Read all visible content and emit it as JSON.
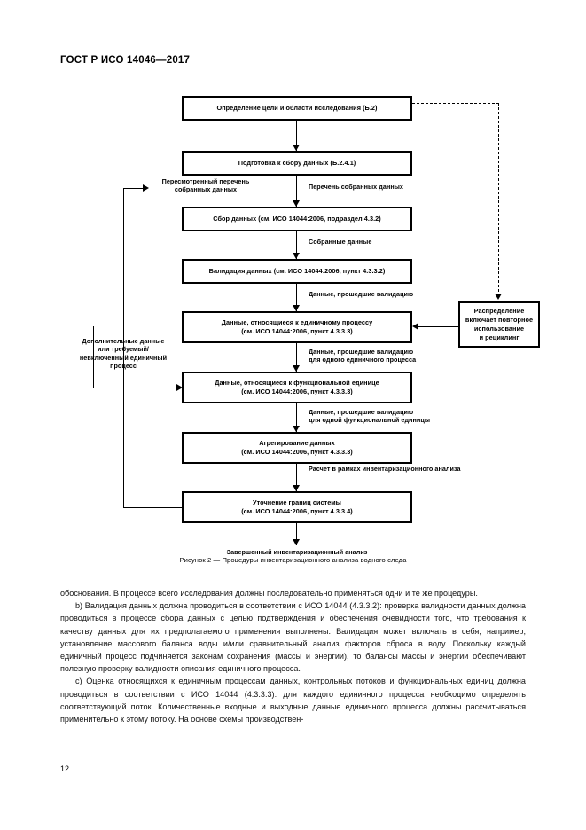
{
  "header": {
    "standard_title": "ГОСТ Р ИСО 14046—2017"
  },
  "figure": {
    "caption": "Рисунок 2 — Процедуры инвентаризационного анализа водного следа",
    "nodes": [
      {
        "id": "goal",
        "label": "Определение цели и области исследования (Б.2)"
      },
      {
        "id": "prepare",
        "label": "Подготовка к сбору данных (Б.2.4.1)"
      },
      {
        "id": "collect",
        "label": "Сбор данных (см. ИСО 14044:2006, подраздел 4.3.2)"
      },
      {
        "id": "validate",
        "label": "Валидация данных (см. ИСО 14044:2006, пункт 4.3.3.2)"
      },
      {
        "id": "unit",
        "line1": "Данные, относящиеся к единичному процессу",
        "line2": "(см. ИСО 14044:2006, пункт 4.3.3.3)"
      },
      {
        "id": "functional",
        "line1": "Данные, относящиеся к функциональной единице",
        "line2": "(см. ИСО 14044:2006, пункт 4.3.3.3)"
      },
      {
        "id": "aggregate",
        "line1": "Агрегирование данных",
        "line2": "(см. ИСО 14044:2006, пункт 4.3.3.3)"
      },
      {
        "id": "refine",
        "line1": "Уточнение границ системы",
        "line2": "(см. ИСО 14044:2006, пункт 4.3.3.4)"
      },
      {
        "id": "allocation",
        "line1": "Распределение",
        "line2": "включает повторное",
        "line3": "использование",
        "line4": "и рециклинг"
      }
    ],
    "edge_labels": {
      "revised_list_1": "Пересмотренный перечень",
      "revised_list_2": "собранных данных",
      "collected_list": "Перечень собранных данных",
      "collected_data": "Собранные данные",
      "validated_data": "Данные, прошедшие валидацию",
      "validated_unit_1": "Данные, прошедшие валидацию",
      "validated_unit_2": "для одного единичного процесса",
      "validated_func_1": "Данные, прошедшие валидацию",
      "validated_func_2": "для одной функциональной единицы",
      "inventory_calc": "Расчет в рамках инвентаризационного анализа",
      "completed": "Завершенный инвентаризационный анализ",
      "additional_1": "Дополнительные данные",
      "additional_2": "или требуемый/",
      "additional_3": "невключенный единичный",
      "additional_4": "процесс"
    }
  },
  "body": {
    "paragraphs": [
      "обоснования. В процессе всего исследования должны последовательно применяться одни и те же процедуры.",
      "b)  Валидация данных должна проводиться в соответствии с ИСО 14044 (4.3.3.2): проверка валидности данных должна проводиться в процессе сбора данных с целью подтверждения и обеспечения очевидности того, что требования к качеству данных для их предполагаемого применения выполнены. Валидация может включать в себя, например, установление массового баланса воды и/или сравнительный анализ факторов сброса в воду. Поскольку каждый единичный процесс подчиняется законам сохранения (массы и энергии), то балансы массы и энергии обеспечивают полезную проверку валидности описания единичного процесса.",
      "c)  Оценка относящихся к единичным процессам данных, контрольных потоков и функциональных единиц должна проводиться в соответствии с ИСО 14044 (4.3.3.3): для каждого единичного процесса необходимо определять соответствующий поток. Количественные входные и выходные данные единичного процесса должны рассчитываться применительно к этому потоку. На основе схемы производствен-"
    ]
  },
  "footer": {
    "page_number": "12"
  }
}
